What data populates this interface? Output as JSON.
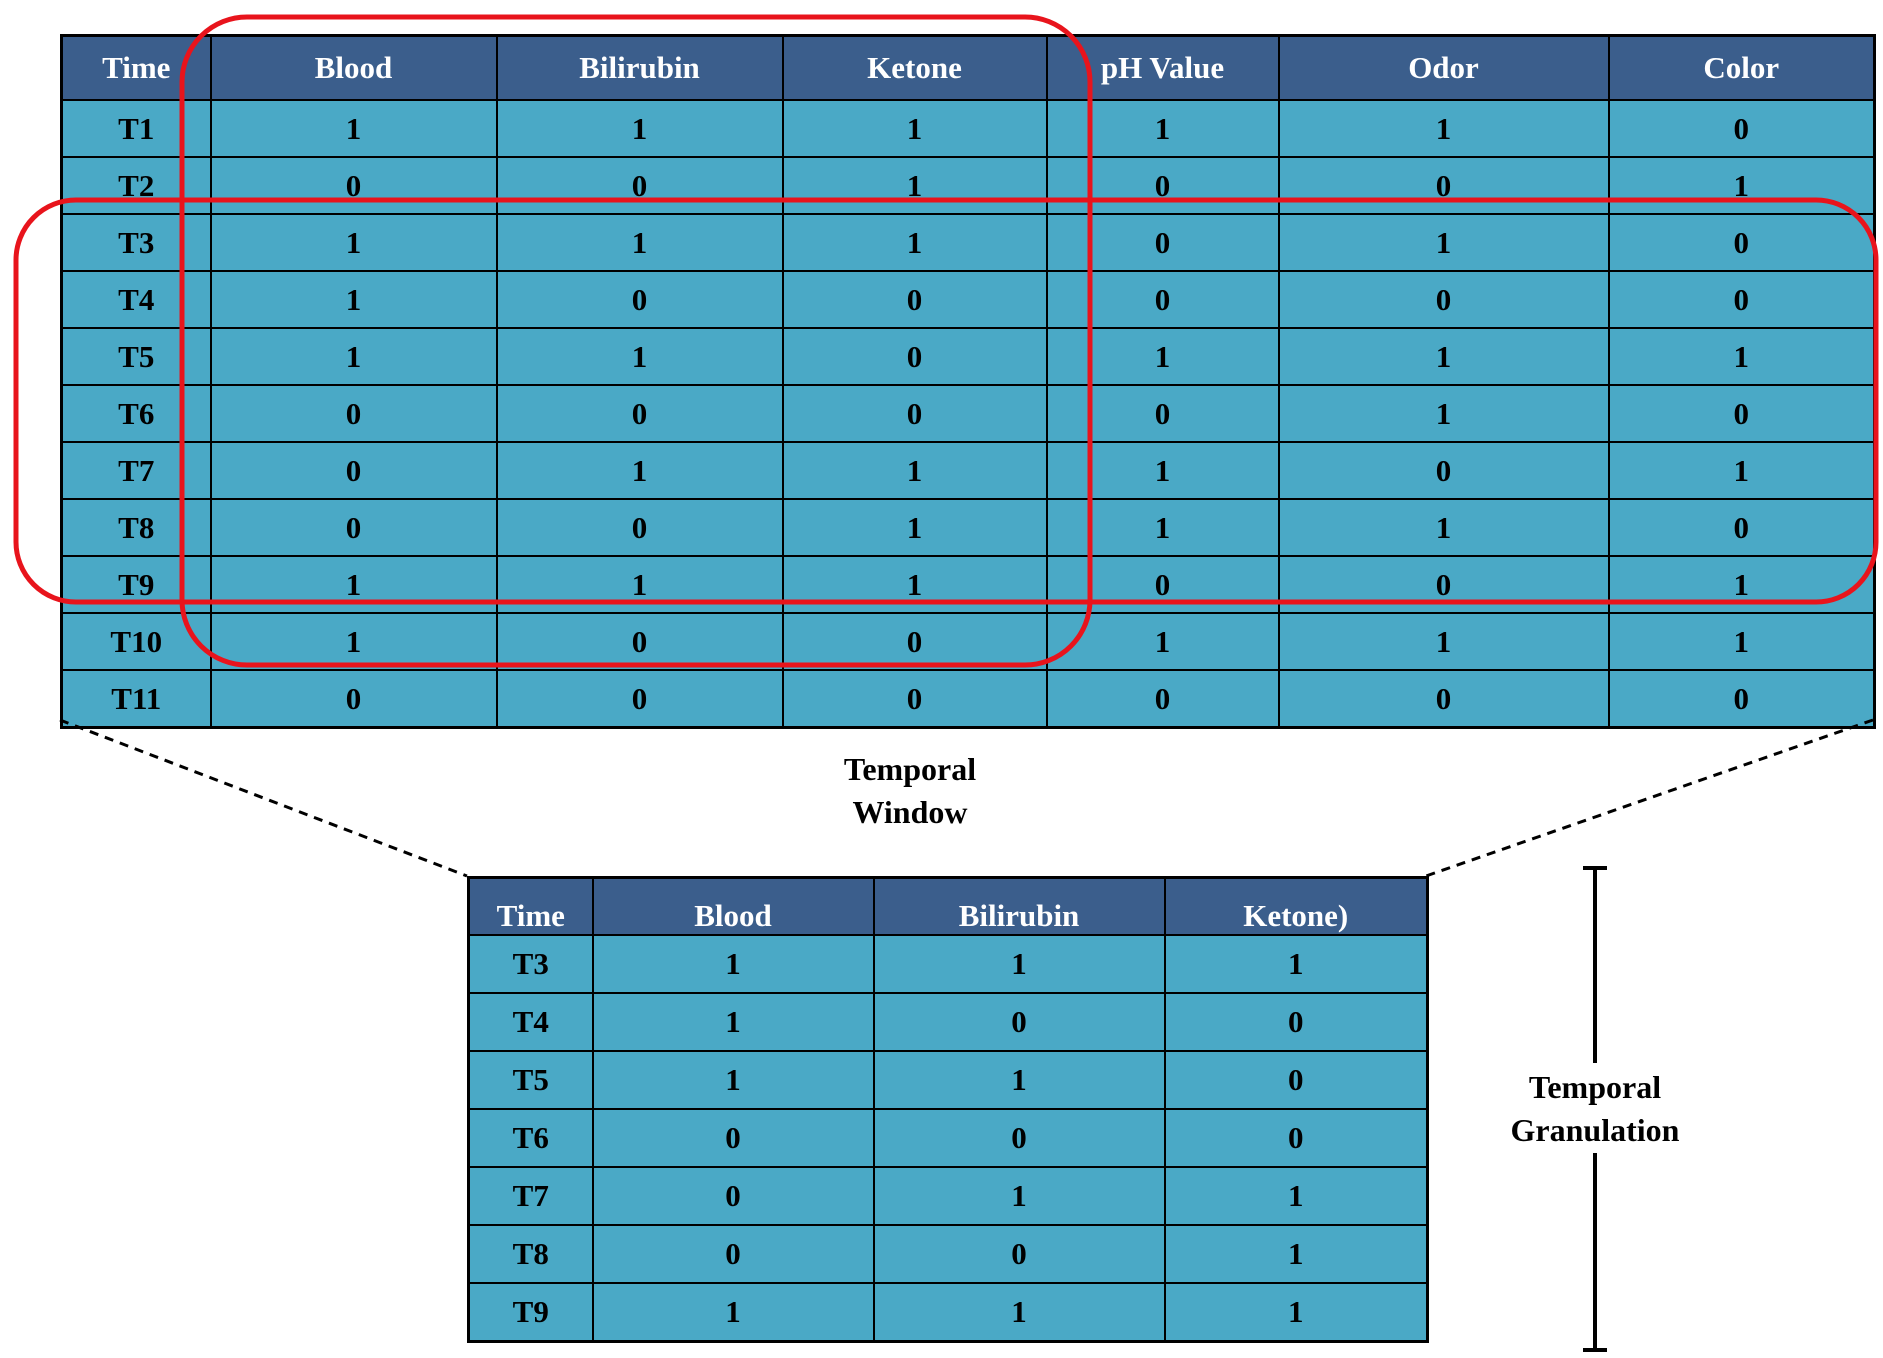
{
  "main_table": {
    "columns": [
      "Time",
      "Blood",
      "Bilirubin",
      "Ketone",
      "pH Value",
      "Odor",
      "Color"
    ],
    "rows": [
      [
        "T1",
        "1",
        "1",
        "1",
        "1",
        "1",
        "0"
      ],
      [
        "T2",
        "0",
        "0",
        "1",
        "0",
        "0",
        "1"
      ],
      [
        "T3",
        "1",
        "1",
        "1",
        "0",
        "1",
        "0"
      ],
      [
        "T4",
        "1",
        "0",
        "0",
        "0",
        "0",
        "0"
      ],
      [
        "T5",
        "1",
        "1",
        "0",
        "1",
        "1",
        "1"
      ],
      [
        "T6",
        "0",
        "0",
        "0",
        "0",
        "1",
        "0"
      ],
      [
        "T7",
        "0",
        "1",
        "1",
        "1",
        "0",
        "1"
      ],
      [
        "T8",
        "0",
        "0",
        "1",
        "1",
        "1",
        "0"
      ],
      [
        "T9",
        "1",
        "1",
        "1",
        "0",
        "0",
        "1"
      ],
      [
        "T10",
        "1",
        "0",
        "0",
        "1",
        "1",
        "1"
      ],
      [
        "T11",
        "0",
        "0",
        "0",
        "0",
        "0",
        "0"
      ]
    ]
  },
  "sub_table": {
    "columns": [
      "Time",
      "Blood",
      "Bilirubin",
      "Ketone)"
    ],
    "rows": [
      [
        "T3",
        "1",
        "1",
        "1"
      ],
      [
        "T4",
        "1",
        "0",
        "0"
      ],
      [
        "T5",
        "1",
        "1",
        "0"
      ],
      [
        "T6",
        "0",
        "0",
        "0"
      ],
      [
        "T7",
        "0",
        "1",
        "1"
      ],
      [
        "T8",
        "0",
        "0",
        "1"
      ],
      [
        "T9",
        "1",
        "1",
        "1"
      ]
    ]
  },
  "labels": {
    "temporal_window_line1": "Temporal",
    "temporal_window_line2": "Window",
    "temporal_granulation_line1": "Temporal",
    "temporal_granulation_line2": "Granulation"
  },
  "colors": {
    "header_bg": "#3b5e8c",
    "cell_bg": "#4aa9c6",
    "highlight": "#e8141c"
  }
}
